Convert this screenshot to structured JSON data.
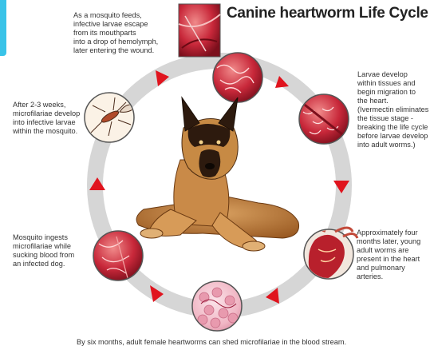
{
  "title": "Canine heartworm Life Cycle",
  "notes": {
    "mosquito_feeds": "As a mosquito feeds,\ninfective larvae escape\nfrom its mouthparts\ninto a drop of hemolymph,\nlater entering the wound.",
    "larvae_develop": "Larvae develop\nwithin tissues and\nbegin migration to\nthe heart.\n(Ivermectin eliminates\nthe tissue stage -\nbreaking the life cycle\nbefore larvae develop\ninto adult worms.)",
    "after_weeks": "After 2-3 weeks,\nmicrofilariae develop\ninto infective larvae\nwithin the mosquito.",
    "mosquito_ingests": "Mosquito ingests\nmicrofilariae while\nsucking blood from\nan infected dog.",
    "four_months": "Approximately four\nmonths later, young\nadult worms are\npresent in the heart\nand pulmonary\narteries.",
    "six_months": "By six months, adult female heartworms can shed microfilariae in the blood stream."
  },
  "colors": {
    "ring": "#d6d6d6",
    "arrow": "#e0141e",
    "tissue": "#c8283a",
    "accent": "#39c3e8"
  },
  "icons": {
    "dog": "german-shepherd-illustration",
    "mosquito": "mosquito-illustration",
    "heart": "heart-illustration"
  }
}
